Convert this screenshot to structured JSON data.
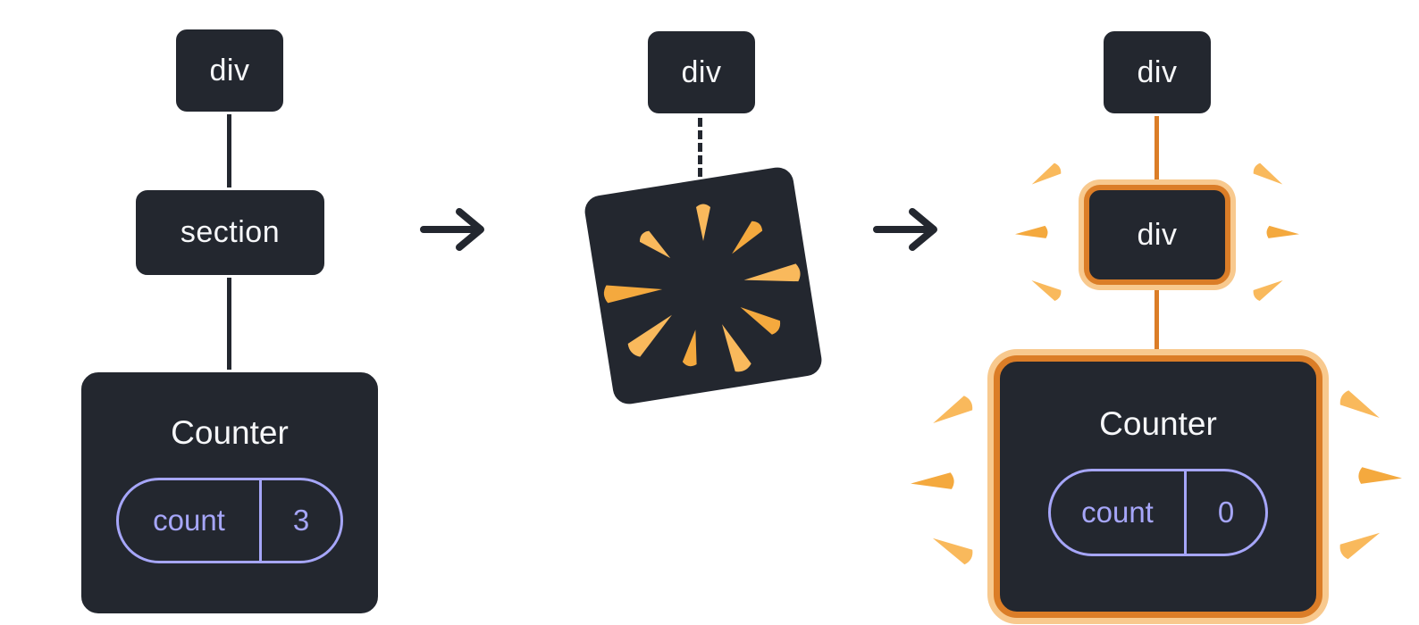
{
  "colors": {
    "page_background": "#ffffff",
    "node_fill": "#23272f",
    "node_text": "#f6f7f9",
    "edge": "#23272f",
    "state_accent": "#a6a6f9",
    "highlight_border": "#db7d27",
    "highlight_glow": "#f8c98e",
    "spark": "#f9b95c"
  },
  "tree_before": {
    "root_label": "div",
    "child_label": "section",
    "component": {
      "label": "Counter",
      "state_key": "count",
      "state_value": "3"
    }
  },
  "poof": {
    "root_label": "div",
    "icon": "poof-burst-icon"
  },
  "tree_after": {
    "root_label": "div",
    "child_label": "div",
    "component": {
      "label": "Counter",
      "state_key": "count",
      "state_value": "0"
    }
  },
  "icons": {
    "arrow": "arrow-right-icon",
    "spark": "spark-icon",
    "poof": "poof-burst-icon"
  }
}
